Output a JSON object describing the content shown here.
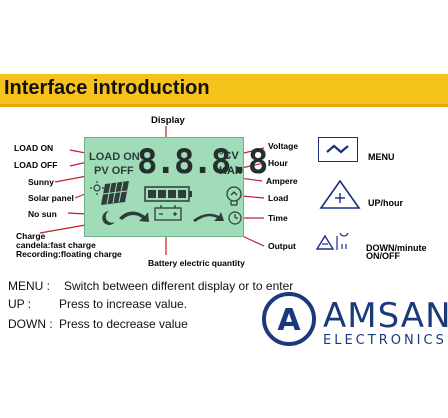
{
  "header": {
    "title": "Interface introduction"
  },
  "callouts": {
    "display": "Display",
    "load_on": "LOAD ON",
    "load_off": "LOAD OFF",
    "sunny": "Sunny",
    "solar_panel": "Solar panel",
    "no_sun": "No sun",
    "charge": "Charge",
    "charge_fast": "candela:fast charge",
    "charge_float": "Recording:floating charge",
    "battery": "Battery electric quantity",
    "voltage": "Voltage",
    "hour": "Hour",
    "ampere": "Ampere",
    "load": "Load",
    "time": "Time",
    "output": "Output"
  },
  "lcd": {
    "load_on": "LOAD ON",
    "pv_off": "PV OFF",
    "digits": "8.8.8.8",
    "unit_cv": "°CV",
    "unit_kah": "KAh"
  },
  "buttons": {
    "menu": "MENU",
    "up": "UP/hour",
    "down_line1": "DOWN/minute",
    "down_line2": "ON/OFF"
  },
  "descriptions": [
    {
      "key": "MENU :",
      "text": "Switch between different display or to enter"
    },
    {
      "key": "UP :",
      "text": "Press to increase value."
    },
    {
      "key": "DOWN :",
      "text": "Press to decrease value"
    }
  ],
  "brand": {
    "name": "AMSAN",
    "sub": "ELECTRONICS",
    "logo_letter": "A"
  },
  "colors": {
    "header": "#f6c21c",
    "lcd": "#9fdcb7",
    "callout_line": "#c0202c",
    "brand": "#1a3a7c"
  }
}
